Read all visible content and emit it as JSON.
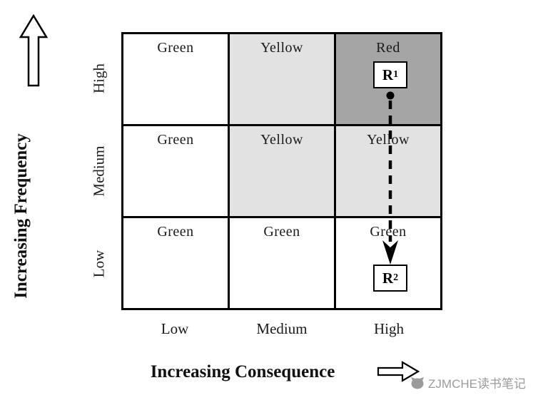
{
  "colors": {
    "red_cell": "#a5a5a5",
    "yellow_cell": "#e2e2e2",
    "green_cell": "#ffffff",
    "grid_line": "#000000",
    "watermark_text": "#9b9b9b"
  },
  "y_axis": {
    "label": "Increasing Frequency",
    "row_labels": [
      "High",
      "Medium",
      "Low"
    ]
  },
  "x_axis": {
    "label": "Increasing Consequence",
    "col_labels": [
      "Low",
      "Medium",
      "High"
    ]
  },
  "grid": {
    "cells": [
      {
        "label": "Green",
        "level": "green"
      },
      {
        "label": "Yellow",
        "level": "yellow"
      },
      {
        "label": "Red",
        "level": "red"
      },
      {
        "label": "Green",
        "level": "green"
      },
      {
        "label": "Yellow",
        "level": "yellow"
      },
      {
        "label": "Yellow",
        "level": "yellow"
      },
      {
        "label": "Green",
        "level": "green"
      },
      {
        "label": "Green",
        "level": "green"
      },
      {
        "label": "Green",
        "level": "green"
      }
    ]
  },
  "markers": {
    "r1": {
      "base": "R",
      "sub": "1"
    },
    "r2": {
      "base": "R",
      "sub": "2"
    }
  },
  "watermark": {
    "text": "ZJMCHE读书笔记"
  }
}
